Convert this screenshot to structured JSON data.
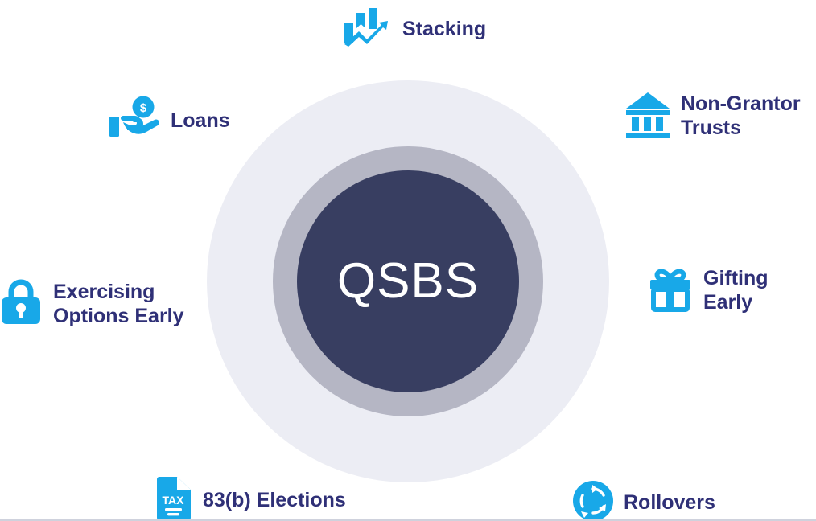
{
  "diagram": {
    "type": "concentric-hub-and-spoke",
    "center": {
      "label": "QSBS",
      "text_color": "#ffffff",
      "rings": [
        {
          "name": "outer-ring",
          "color": "#ECEDF4"
        },
        {
          "name": "middle-ring",
          "color": "#B5B6C4"
        },
        {
          "name": "inner-core",
          "color": "#383E61"
        }
      ]
    },
    "accent_color": "#18A8E8",
    "label_color": "#2F3077",
    "background_color": "#FFFFFF",
    "nodes": [
      {
        "id": "stacking",
        "label": "Stacking",
        "icon": "bar-chart-trend-up-icon",
        "position": "top"
      },
      {
        "id": "loans",
        "label": "Loans",
        "icon": "hand-holding-coin-icon",
        "position": "top-left"
      },
      {
        "id": "trusts",
        "label": "Non-Grantor\nTrusts",
        "icon": "bank-institution-icon",
        "position": "top-right"
      },
      {
        "id": "exercising",
        "label": "Exercising\nOptions Early",
        "icon": "padlock-icon",
        "position": "left"
      },
      {
        "id": "gifting",
        "label": "Gifting Early",
        "icon": "gift-box-icon",
        "position": "right"
      },
      {
        "id": "elections",
        "label": "83(b) Elections",
        "icon": "tax-document-icon",
        "position": "bottom-left"
      },
      {
        "id": "rollovers",
        "label": "Rollovers",
        "icon": "circular-arrows-refresh-icon",
        "position": "bottom-right"
      }
    ]
  }
}
